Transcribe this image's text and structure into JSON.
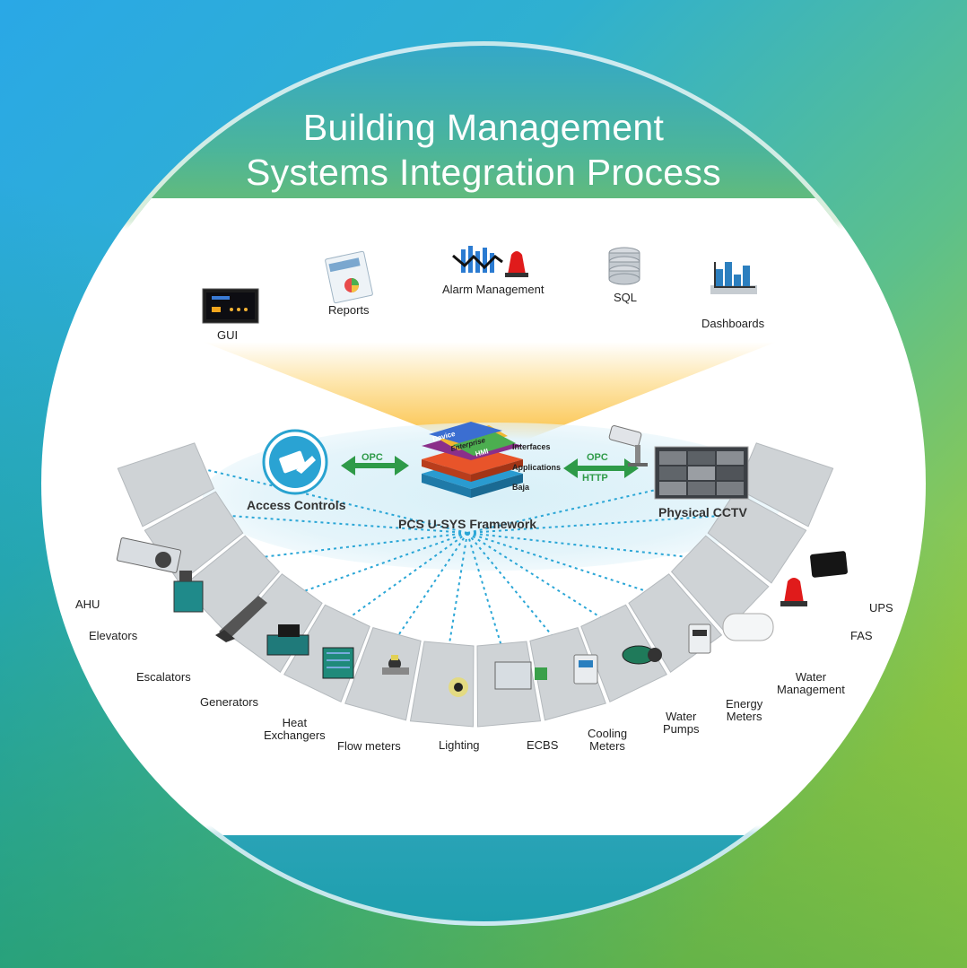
{
  "title": {
    "line1": "Building Management",
    "line2": "Systems Integration Process"
  },
  "top_tools": [
    {
      "label": "GUI",
      "icon": "monitor-icon"
    },
    {
      "label": "Reports",
      "icon": "report-icon"
    },
    {
      "label": "Alarm Management",
      "icon": "alarm-icon"
    },
    {
      "label": "SQL",
      "icon": "database-icon"
    },
    {
      "label": "Dashboards",
      "icon": "bar-chart-icon"
    }
  ],
  "framework": {
    "name": "PCS U-SYS Framework",
    "stack": [
      "Device",
      "Enterprise",
      "HMI"
    ],
    "layers": [
      "Interfaces",
      "Applications",
      "Baja"
    ]
  },
  "left_system": {
    "label": "Access Controls",
    "protocol": "OPC",
    "icon": "access-card-icon"
  },
  "right_system": {
    "label": "Physical CCTV",
    "protocol1": "OPC",
    "protocol2": "HTTP",
    "icon": "cctv-camera-icon"
  },
  "devices": [
    {
      "label": "AHU"
    },
    {
      "label": "Elevators"
    },
    {
      "label": "Escalators"
    },
    {
      "label": "Generators"
    },
    {
      "label": "Heat Exchangers"
    },
    {
      "label": "Flow meters"
    },
    {
      "label": "Lighting"
    },
    {
      "label": "ECBS"
    },
    {
      "label": "Cooling Meters"
    },
    {
      "label": "Water Pumps"
    },
    {
      "label": "Energy Meters"
    },
    {
      "label": "Water Management"
    },
    {
      "label": "FAS"
    },
    {
      "label": "UPS"
    }
  ],
  "device_labels": {
    "heat_1": "Heat",
    "heat_2": "Exchangers",
    "cool_1": "Cooling",
    "cool_2": "Meters",
    "pump_1": "Water",
    "pump_2": "Pumps",
    "energy_1": "Energy",
    "energy_2": "Meters",
    "wm_1": "Water",
    "wm_2": "Management"
  },
  "colors": {
    "arrow": "#2e9a48",
    "dotted": "#2aa6d6",
    "panel": "#ffffff",
    "tile": "#cfd3d6"
  }
}
